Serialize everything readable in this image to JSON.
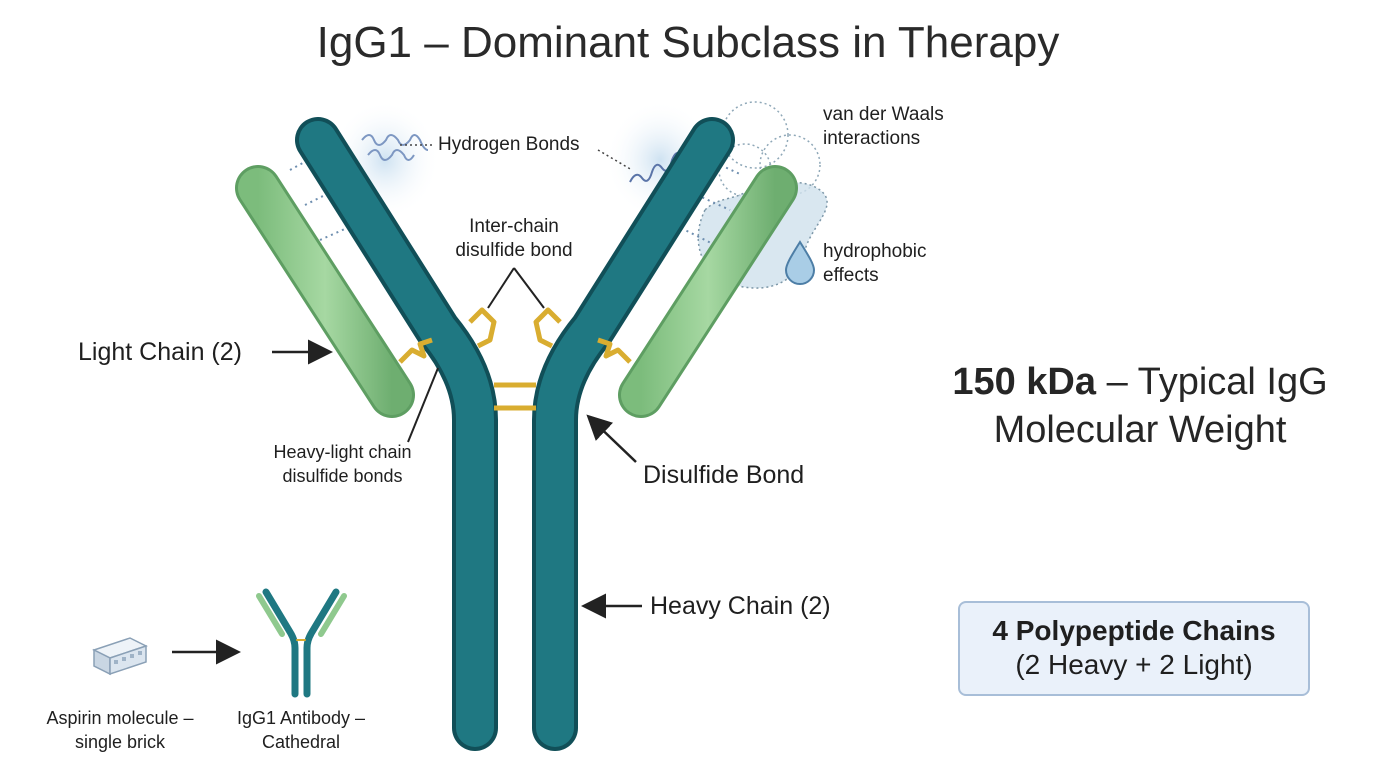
{
  "title": "IgG1 – Dominant Subclass in Therapy",
  "labels": {
    "hydrogen_bonds": "Hydrogen Bonds",
    "van_der_waals_line1": "van der Waals",
    "van_der_waals_line2": "interactions",
    "inter_chain_line1": "Inter-chain",
    "inter_chain_line2": "disulfide bond",
    "hydrophobic_line1": "hydrophobic",
    "hydrophobic_line2": "effects",
    "light_chain": "Light Chain (2)",
    "heavy_light_line1": "Heavy-light chain",
    "heavy_light_line2": "disulfide bonds",
    "disulfide_bond": "Disulfide Bond",
    "heavy_chain": "Heavy Chain (2)",
    "aspirin_line1": "Aspirin molecule –",
    "aspirin_line2": "single brick",
    "antibody_line1": "IgG1 Antibody –",
    "antibody_line2": "Cathedral"
  },
  "molecular_weight": {
    "value": "150 kDa",
    "text_line1": " – Typical IgG",
    "text_line2": "Molecular Weight"
  },
  "chains_box": {
    "line1": "4 Polypeptide Chains",
    "line2": "(2 Heavy + 2 Light)"
  },
  "colors": {
    "heavy_chain": "#1e6e78",
    "light_chain": "#8fc98e",
    "disulfide": "#e0b640",
    "interaction_halo": "#cfe3ef",
    "box_fill": "#eaf1fa",
    "box_border": "#a8bed8"
  }
}
